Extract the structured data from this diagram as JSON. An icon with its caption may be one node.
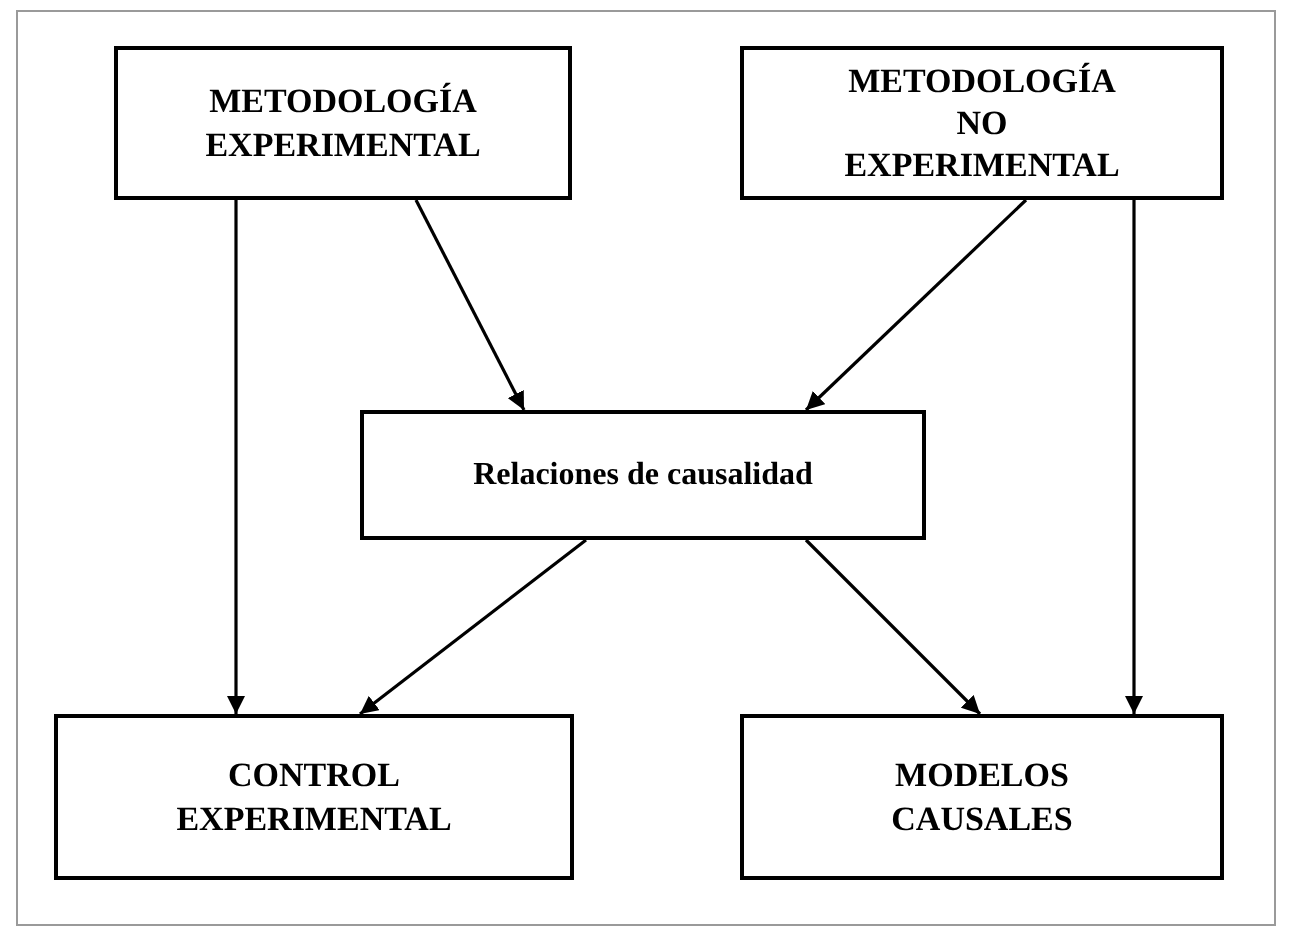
{
  "diagram": {
    "nodes": [
      {
        "text": [
          "METODOLOGÍA EXPERIMENTAL"
        ]
      },
      {
        "text": [
          "METODOLOGÍA NO EXPERIMENTAL"
        ]
      },
      {
        "text": [
          "Relaciones de causalidad"
        ]
      },
      {
        "text": [
          "CONTROL EXPERIMENTAL"
        ]
      },
      {
        "text": [
          "MODELOS CAUSALES"
        ]
      }
    ],
    "edges": [
      {
        "from": 0,
        "to": 3,
        "arrow": "to"
      },
      {
        "from": 0,
        "to": 2,
        "arrow": "to"
      },
      {
        "from": 1,
        "to": 2,
        "arrow": "to"
      },
      {
        "from": 1,
        "to": 4,
        "arrow": "to"
      },
      {
        "from": 2,
        "to": 3,
        "arrow": "to"
      },
      {
        "from": 2,
        "to": 4,
        "arrow": "to"
      }
    ]
  }
}
